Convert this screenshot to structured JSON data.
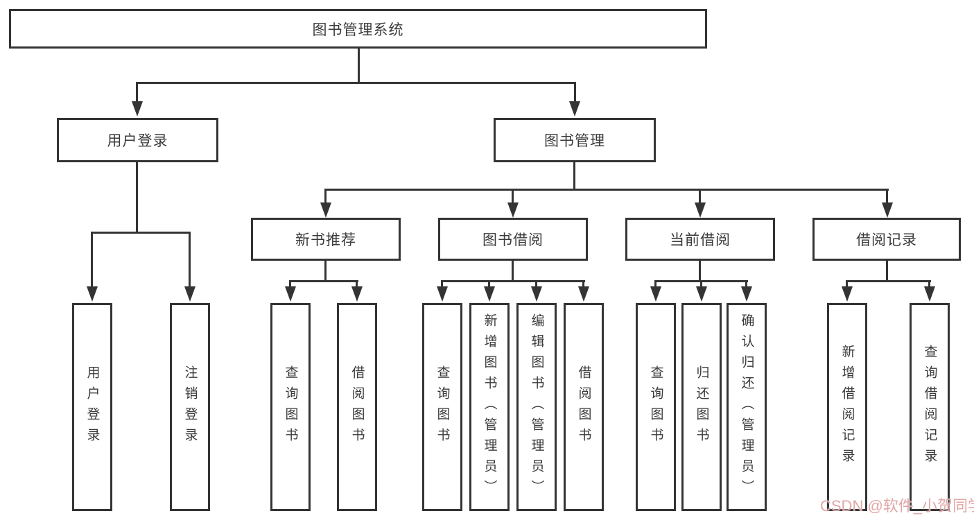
{
  "colors": {
    "line": "#343434",
    "node_border": "#343434",
    "node_text": "#3a3a3a",
    "background": "#ffffff",
    "watermark": "#e2a6a6"
  },
  "tree": {
    "label": "图书管理系统",
    "children": [
      {
        "label": "用户登录",
        "children": [
          {
            "label": "用户登录"
          },
          {
            "label": "注销登录"
          }
        ]
      },
      {
        "label": "图书管理",
        "children": [
          {
            "label": "新书推荐",
            "children": [
              {
                "label": "查询图书"
              },
              {
                "label": "借阅图书"
              }
            ]
          },
          {
            "label": "图书借阅",
            "children": [
              {
                "label": "查询图书"
              },
              {
                "label": "新增图书（管理员）"
              },
              {
                "label": "编辑图书（管理员）"
              },
              {
                "label": "借阅图书"
              }
            ]
          },
          {
            "label": "当前借阅",
            "children": [
              {
                "label": "查询图书"
              },
              {
                "label": "归还图书"
              },
              {
                "label": "确认归还（管理员）"
              }
            ]
          },
          {
            "label": "借阅记录",
            "children": [
              {
                "label": "新增借阅记录"
              },
              {
                "label": "查询借阅记录"
              }
            ]
          }
        ]
      }
    ]
  },
  "watermark": {
    "text": "CSDN @软件_小贺同学"
  }
}
